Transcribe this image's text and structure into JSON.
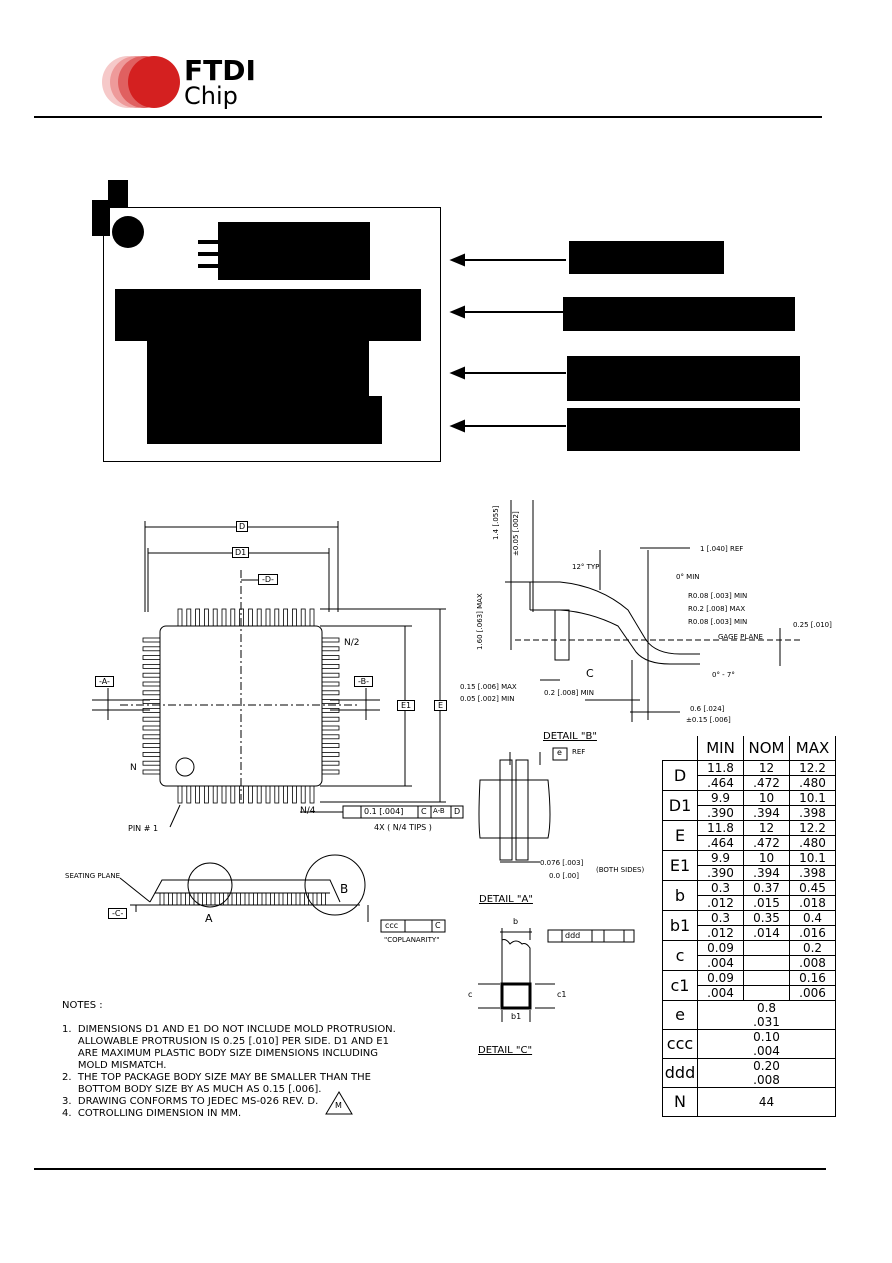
{
  "logo": {
    "line1": "FTDI",
    "line2": "Chip",
    "brand_color": "#d42020"
  },
  "drawing": {
    "labels": {
      "D": "D",
      "D1": "D1",
      "minus_D": "-D-",
      "minus_A": "-A-",
      "minus_B": "-B-",
      "minus_C": "-C-",
      "E1": "E1",
      "E": "E",
      "N_2": "N/2",
      "N": "N",
      "N_4": "N/4",
      "pin1": "PIN # 1",
      "tol_box": "0.1 [.004]",
      "tol_c": "C",
      "tol_ab": "A-B",
      "tol_d": "D",
      "tips": "4X ( N/4 TIPS )",
      "seating_plane": "SEATING PLANE",
      "A": "A",
      "B": "B",
      "ccc": "ccc",
      "c_box": "C",
      "coplanarity": "\"COPLANARITY\"",
      "d14": "1.4 [.055]",
      "d005": "±0.05 [.002]",
      "d160": "1.60 [.063] MAX",
      "typ12": "12° TYP",
      "ref1": "1 [.040] REF",
      "min0": "0° MIN",
      "r008a": "R0.08 [.003] MIN",
      "r02": "R0.2 [.008] MAX",
      "r008b": "R0.08 [.003] MIN",
      "gage": "GAGE PLANE",
      "d025": "0.25 [.010]",
      "deg": "0° - 7°",
      "C_lead": "C",
      "d015": "0.15 [.006] MAX",
      "d005b": "0.05 [.002] MIN",
      "d02": "0.2 [.008] MIN",
      "d06": "0.6 [.024]",
      "d015b": "±0.15 [.006]",
      "detailB": "DETAIL \"B\"",
      "e_box": "e",
      "ref": "REF",
      "d0076": "0.076 [.003]",
      "d00": "0.0 [.00]",
      "both": "(BOTH SIDES)",
      "detailA": "DETAIL \"A\"",
      "b": "b",
      "ddd": "ddd",
      "c_s": "c",
      "c1": "c1",
      "b1": "b1",
      "detailC": "DETAIL \"C\""
    }
  },
  "table": {
    "headers": [
      "MIN",
      "NOM",
      "MAX"
    ],
    "rows": [
      {
        "sym": "D",
        "mm": [
          "11.8",
          "12",
          "12.2"
        ],
        "in": [
          ".464",
          ".472",
          ".480"
        ]
      },
      {
        "sym": "D1",
        "mm": [
          "9.9",
          "10",
          "10.1"
        ],
        "in": [
          ".390",
          ".394",
          ".398"
        ]
      },
      {
        "sym": "E",
        "mm": [
          "11.8",
          "12",
          "12.2"
        ],
        "in": [
          ".464",
          ".472",
          ".480"
        ]
      },
      {
        "sym": "E1",
        "mm": [
          "9.9",
          "10",
          "10.1"
        ],
        "in": [
          ".390",
          ".394",
          ".398"
        ]
      },
      {
        "sym": "b",
        "mm": [
          "0.3",
          "0.37",
          "0.45"
        ],
        "in": [
          ".012",
          ".015",
          ".018"
        ]
      },
      {
        "sym": "b1",
        "mm": [
          "0.3",
          "0.35",
          "0.4"
        ],
        "in": [
          ".012",
          ".014",
          ".016"
        ]
      },
      {
        "sym": "c",
        "mm": [
          "0.09",
          "",
          "0.2"
        ],
        "in": [
          ".004",
          "",
          ".008"
        ]
      },
      {
        "sym": "c1",
        "mm": [
          "0.09",
          "",
          "0.16"
        ],
        "in": [
          ".004",
          "",
          ".006"
        ]
      }
    ],
    "nom_rows": [
      {
        "sym": "e",
        "mm": "0.8",
        "in": ".031"
      },
      {
        "sym": "ccc",
        "mm": "0.10",
        "in": ".004"
      },
      {
        "sym": "ddd",
        "mm": "0.20",
        "in": ".008"
      }
    ],
    "n_row": {
      "sym": "N",
      "value": "44"
    }
  },
  "notes": {
    "title": "NOTES :",
    "lines": [
      "1.  DIMENSIONS D1 AND E1 DO NOT INCLUDE MOLD PROTRUSION.",
      "     ALLOWABLE PROTRUSION IS 0.25 [.010] PER SIDE. D1 AND E1",
      "     ARE MAXIMUM PLASTIC BODY SIZE DIMENSIONS INCLUDING",
      "     MOLD MISMATCH.",
      "2.  THE TOP PACKAGE BODY SIZE MAY BE SMALLER THAN THE",
      "     BOTTOM BODY SIZE BY AS MUCH AS 0.15 [.006].",
      "3.  DRAWING CONFORMS TO JEDEC MS-026 REV. D.",
      "4.  COTROLLING DIMENSION IN MM."
    ],
    "rev_mark": "M"
  }
}
